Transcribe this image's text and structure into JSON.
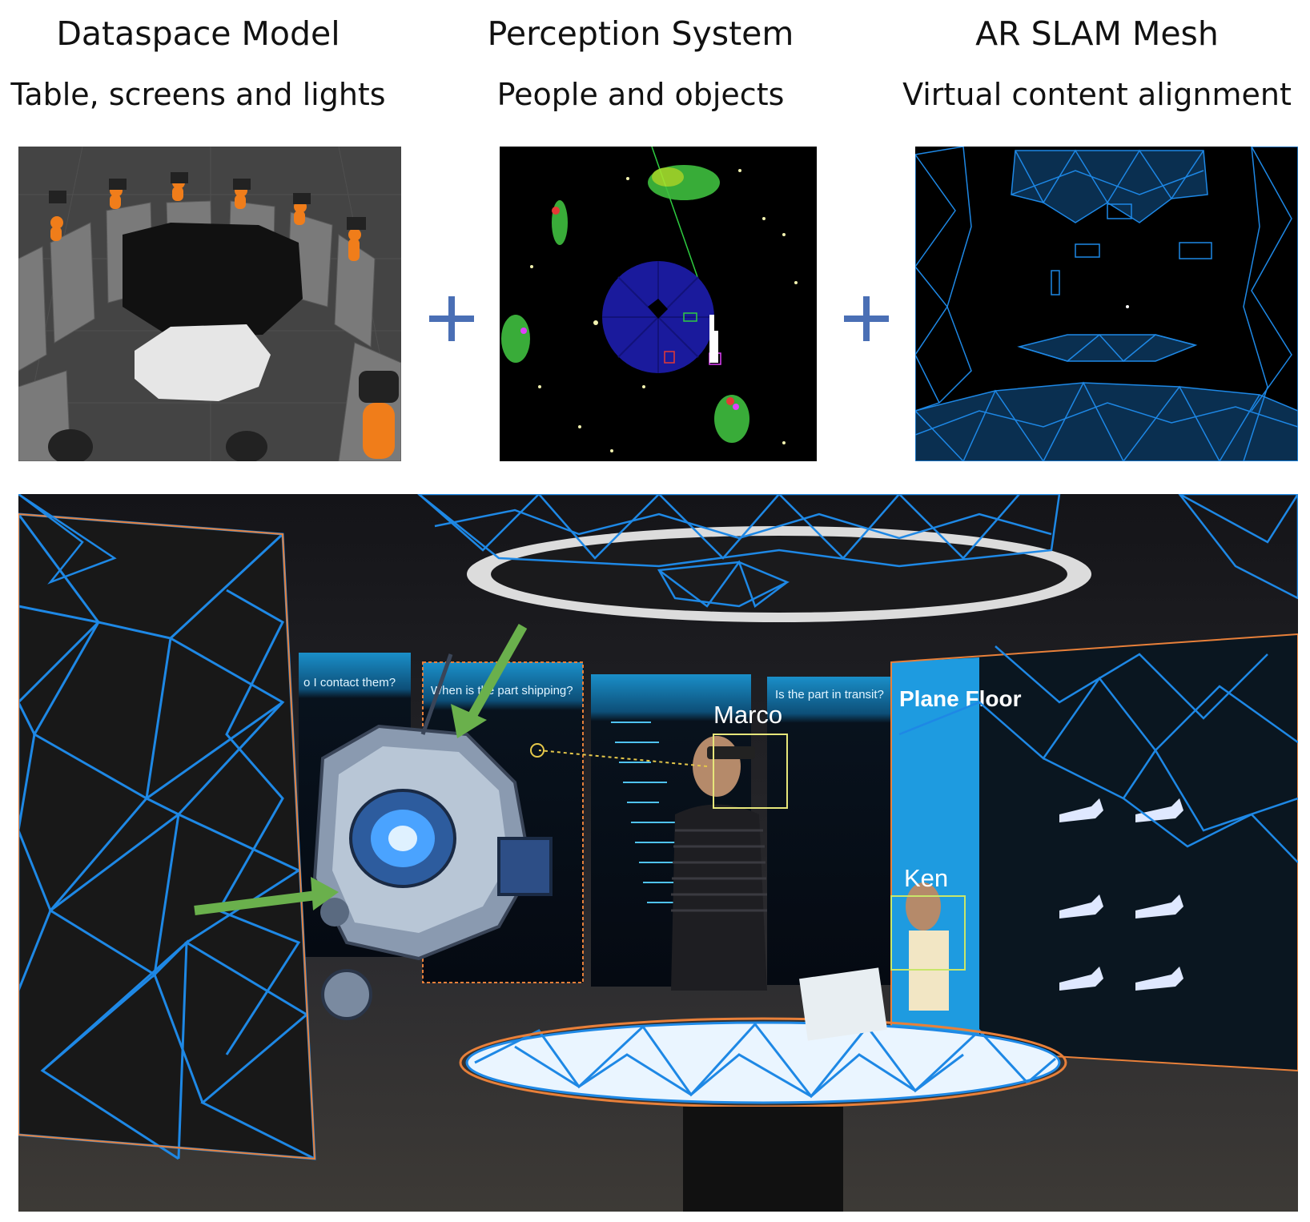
{
  "columns": [
    {
      "title": "Dataspace Model",
      "subtitle": "Table, screens and lights"
    },
    {
      "title": "Perception System",
      "subtitle": "People and objects"
    },
    {
      "title": "AR SLAM Mesh",
      "subtitle": "Virtual content alignment"
    }
  ],
  "scene": {
    "screens": [
      {
        "question": "o I contact them?"
      },
      {
        "question": "When is the part shipping?"
      },
      {
        "question": "Is the part in transit?"
      }
    ],
    "plane_floor_text": "Plane Floor",
    "people": [
      {
        "name": "Marco"
      },
      {
        "name": "Ken"
      }
    ],
    "colors": {
      "mesh": "#1e88e5",
      "highlight_outline": "#e8803a",
      "arrow": "#6ab04c",
      "person_box": "#e6e67a",
      "plus": "#4a6fb5"
    }
  }
}
